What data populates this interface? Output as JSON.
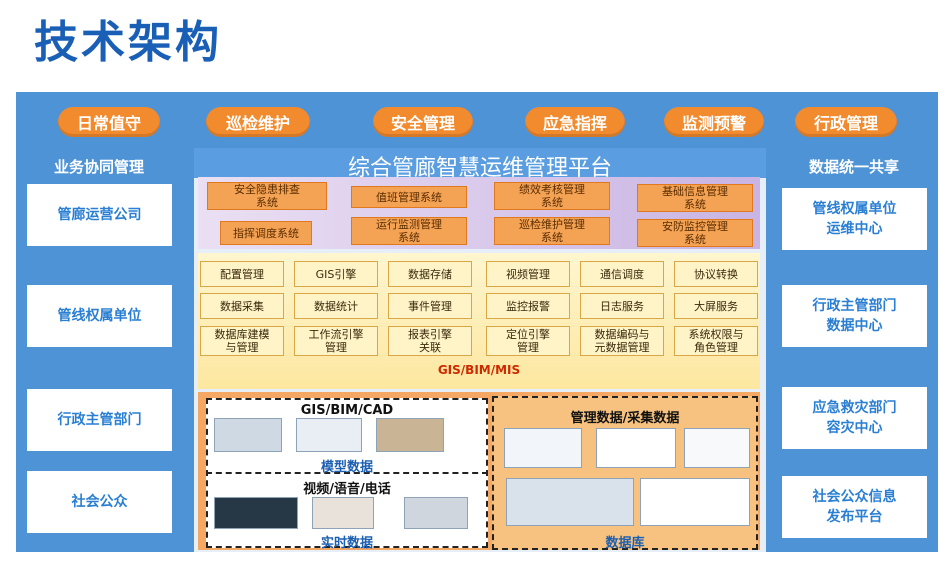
{
  "page_title": "技术架构",
  "top_tabs": [
    "日常值守",
    "巡检维护",
    "安全管理",
    "应急指挥",
    "监测预警",
    "行政管理"
  ],
  "left": {
    "heading": "业务协同管理",
    "items": [
      "管廊运营公司",
      "管线权属单位",
      "行政主管部门",
      "社会公众"
    ]
  },
  "right": {
    "heading": "数据统一共享",
    "items": [
      "管线权属单位\n运维中心",
      "行政主管部门\n数据中心",
      "应急救灾部门\n容灾中心",
      "社会公众信息\n发布平台"
    ]
  },
  "platform_title": "综合管廊智慧运维管理平台",
  "systems": [
    "安全隐患排查\n系统",
    "值班管理系统",
    "绩效考核管理\n系统",
    "基础信息管理\n系统",
    "指挥调度系统",
    "运行监测管理\n系统",
    "巡检维护管理\n系统",
    "安防监控管理\n系统"
  ],
  "services": [
    "配置管理",
    "GIS引擎",
    "数据存储",
    "视频管理",
    "通信调度",
    "协议转换",
    "数据采集",
    "数据统计",
    "事件管理",
    "监控报警",
    "日志服务",
    "大屏服务",
    "数据库建模\n与管理",
    "工作流引擎\n管理",
    "报表引擎\n关联",
    "定位引擎\n管理",
    "数据编码与\n元数据管理",
    "系统权限与\n角色管理"
  ],
  "gis_label": "GIS/BIM/MIS",
  "data_layer": {
    "model_title": "GIS/BIM/CAD",
    "model_caption": "模型数据",
    "realtime_title": "视频/语音/电话",
    "realtime_caption": "实时数据",
    "mgmt_title": "管理数据/采集数据",
    "db_caption": "数据库"
  }
}
